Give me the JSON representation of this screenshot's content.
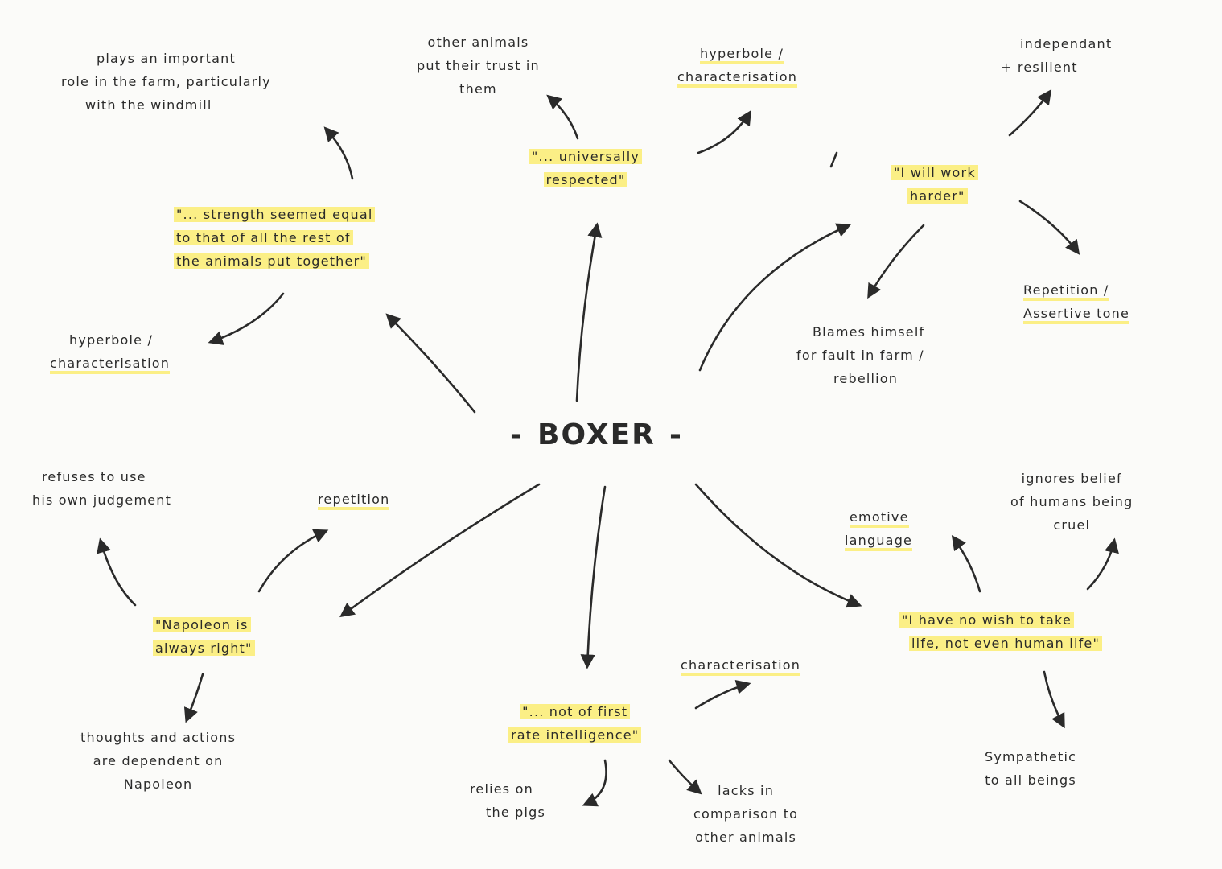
{
  "center": {
    "label": "BOXER",
    "dash_left": "-",
    "dash_right": "-"
  },
  "quotes": {
    "strength": [
      "\"... strength seemed equal",
      "to that of all the rest of",
      "the animals put together\""
    ],
    "respected": [
      "\"... universally",
      "respected\""
    ],
    "work_harder": [
      "\"I will work",
      "harder\""
    ],
    "napoleon": [
      "\"Napoleon is",
      "always right\""
    ],
    "intelligence": [
      "\"... not of first",
      "rate intelligence\""
    ],
    "no_wish": [
      "\"I have no wish to take",
      "life, not even human life\""
    ]
  },
  "techniques": {
    "hyperbole_left": [
      "hyperbole /",
      "characterisation"
    ],
    "hyperbole_top": [
      "hyperbole /",
      "characterisation"
    ],
    "repetition_left": [
      "repetition"
    ],
    "repetition_right": [
      "Repetition /",
      "Assertive tone"
    ],
    "emotive": [
      "emotive",
      "language"
    ],
    "characterisation": [
      "characterisation"
    ]
  },
  "notes": {
    "windmill": [
      "plays an important",
      "role in the farm, particularly",
      "with the windmill"
    ],
    "trust": [
      "other animals",
      "put their trust in",
      "them"
    ],
    "independent": [
      "independant",
      "+ resilient"
    ],
    "blames": [
      "Blames himself",
      "for fault in farm /",
      "rebellion"
    ],
    "judgement": [
      "refuses to use",
      "his own judgement"
    ],
    "dependent": [
      "thoughts and actions",
      "are dependent on",
      "Napoleon"
    ],
    "relies": [
      "relies on",
      "the pigs"
    ],
    "lacks": [
      "lacks in",
      "comparison to",
      "other animals"
    ],
    "ignores": [
      "ignores belief",
      "of humans being",
      "cruel"
    ],
    "sympathetic": [
      "Sympathetic",
      "to all beings"
    ]
  },
  "colors": {
    "highlight": "#fbef86",
    "ink": "#2a2a2a",
    "paper": "#fbfbf9"
  }
}
